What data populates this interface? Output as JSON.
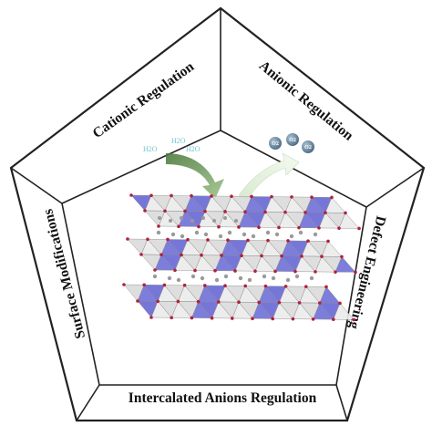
{
  "segments": {
    "cationic": "Cationic Regulation",
    "anionic": "Anionic Regulation",
    "defect": "Defect Engineering",
    "intercalated": "Intercalated Anions Regulation",
    "surface": "Surface Modifications"
  },
  "molecules": {
    "water": [
      "H2O",
      "H2O",
      "H2O"
    ],
    "oxygen": [
      "O2",
      "O2",
      "O2"
    ]
  },
  "colors": {
    "frame": "#222222",
    "octahedron": "#6f6fd8",
    "lattice_face": "#d9d9d9",
    "atom": "#b0213c",
    "interlayer": "#9a9a9a",
    "arrow_water": "#6b8f5b",
    "arrow_oxygen": "#e6f1e0",
    "oxygen_ball": "#6e8fa8",
    "water_text": "#6fc7cf"
  }
}
